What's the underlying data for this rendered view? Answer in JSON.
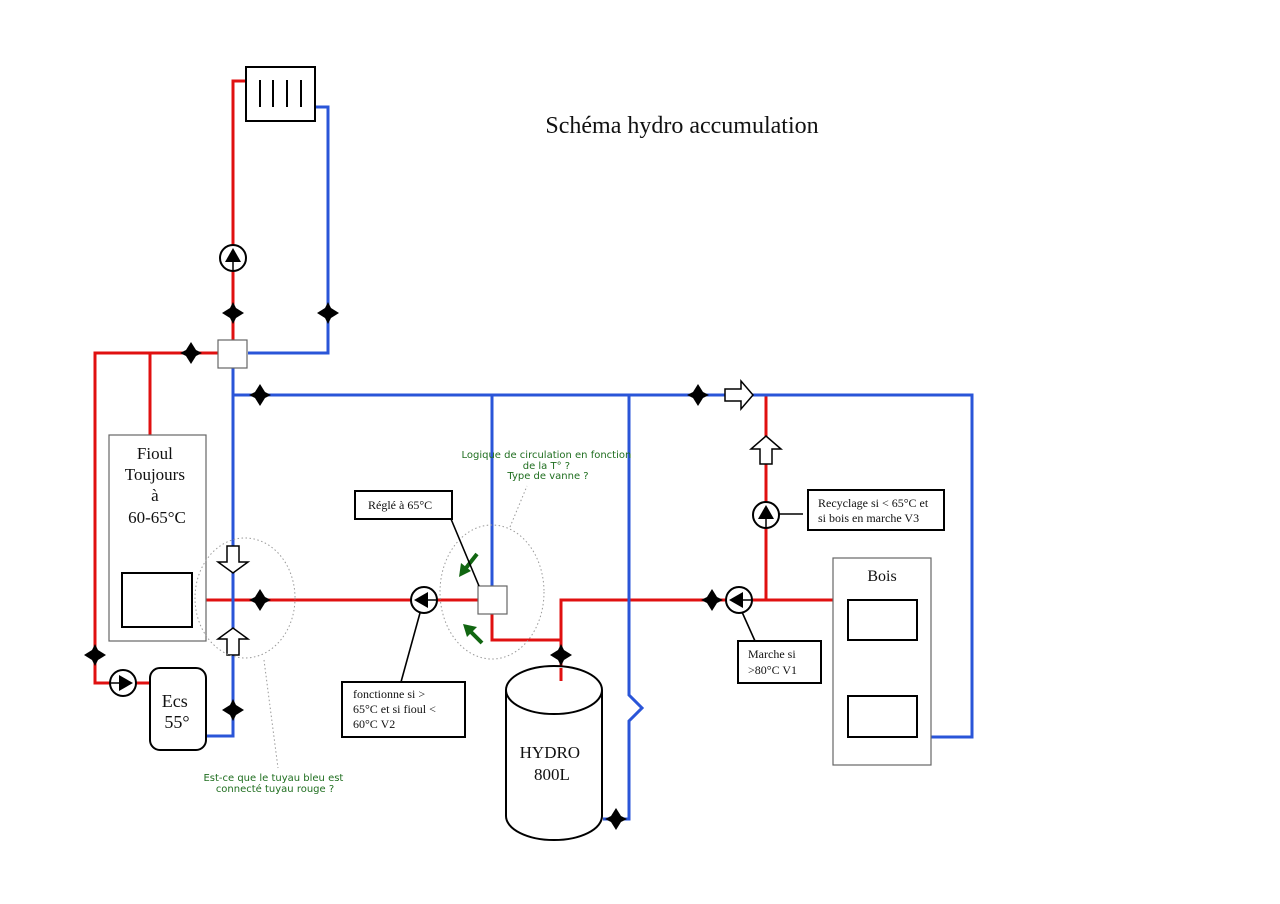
{
  "title": "Schéma hydro accumulation",
  "colors": {
    "hot_pipe": "#e01010",
    "cold_pipe": "#2a55d8",
    "note_text": "#1f6e1f",
    "green_arrow": "#116611"
  },
  "components": {
    "fioul": {
      "lines": [
        "Fioul",
        "Toujours",
        "à",
        "60-65°C"
      ]
    },
    "ecs": {
      "lines": [
        "Ecs",
        "55°"
      ]
    },
    "hydro": {
      "lines": [
        "HYDRO",
        "800L"
      ]
    },
    "bois": {
      "label": "Bois"
    },
    "radiator": {
      "label": "radiator"
    }
  },
  "labels": {
    "regle": "Réglé à  65°C",
    "v2": [
      "fonctionne  si  >",
      "65°C  et si fioul <",
      "60°C V2"
    ],
    "v1": [
      "Marche  si",
      ">80°C V1"
    ],
    "v3": [
      "Recyclage si < 65°C et",
      "si  bois en marche V3"
    ]
  },
  "notes": {
    "logique": [
      "Logique de circulation en fonction",
      "de la T° ?",
      "Type de vanne ?"
    ],
    "tuyau": [
      "Est-ce que le tuyau bleu est",
      "connecté tuyau rouge ?"
    ]
  }
}
